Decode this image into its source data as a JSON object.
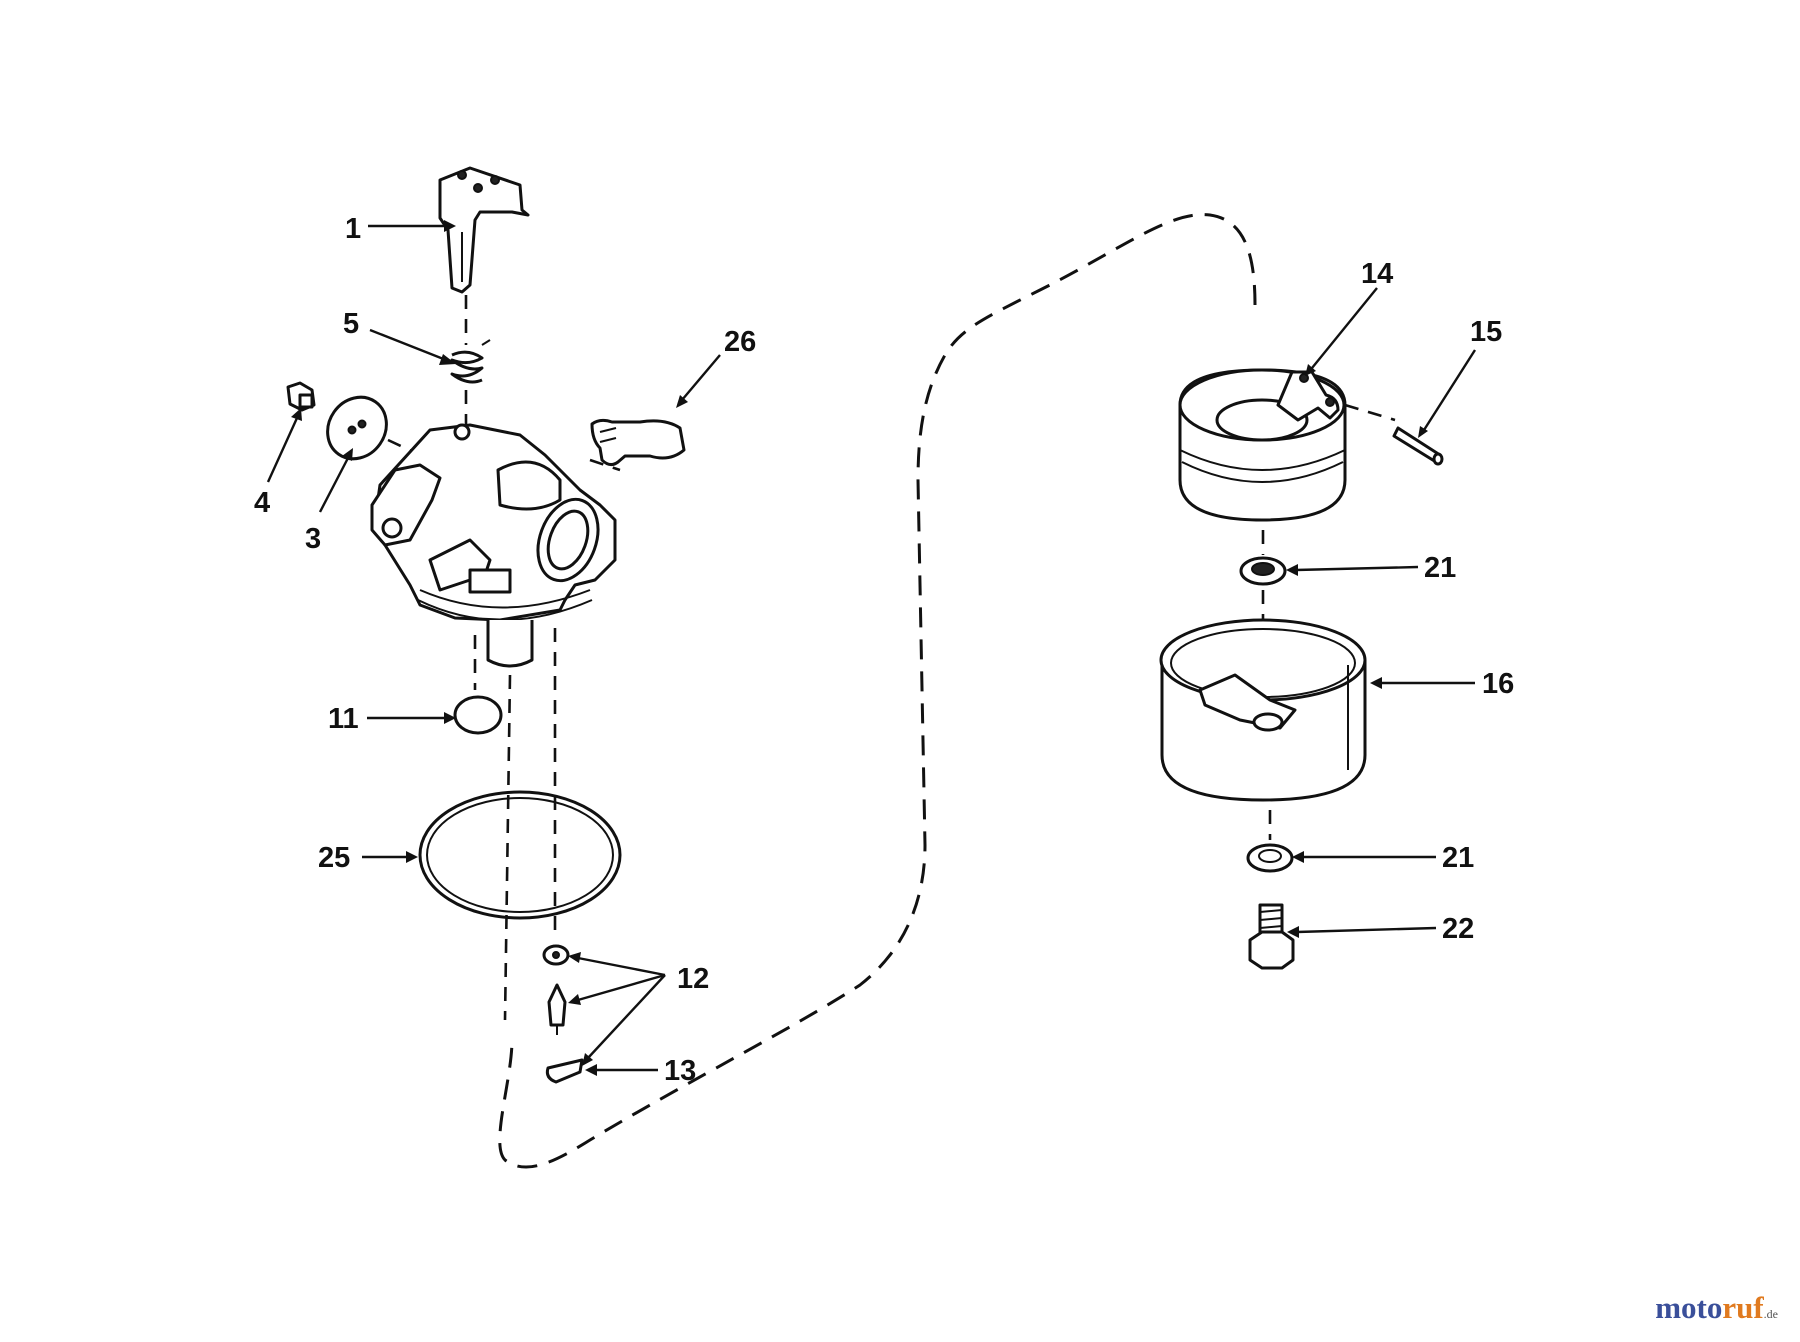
{
  "callouts": {
    "c1": "1",
    "c3": "3",
    "c4": "4",
    "c5": "5",
    "c11": "11",
    "c12": "12",
    "c13": "13",
    "c14": "14",
    "c15": "15",
    "c16": "16",
    "c21a": "21",
    "c21b": "21",
    "c22": "22",
    "c25": "25",
    "c26": "26"
  },
  "watermark": {
    "part1": "moto",
    "part2": "ruf",
    "part3": ".de"
  },
  "colors": {
    "line": "#111111",
    "background": "#ffffff",
    "watermark_blue": "#3a4f9a",
    "watermark_orange": "#e07a1f"
  }
}
